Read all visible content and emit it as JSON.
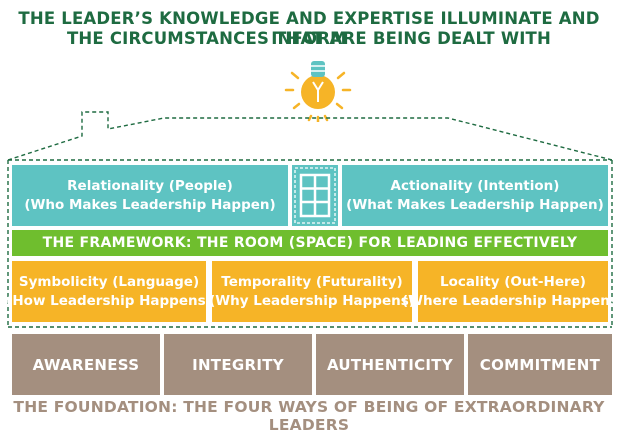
{
  "heading": {
    "line1": "THE LEADER’S KNOWLEDGE AND EXPERTISE ILLUMINATE AND INFORM",
    "line2": "THE CIRCUMSTANCES THAT ARE BEING DEALT WITH"
  },
  "icons": {
    "bulb": "lightbulb-icon",
    "window": "window-icon"
  },
  "top_rooms": [
    {
      "title": "Relationality (People)",
      "subtitle": "(Who Makes Leadership Happen)"
    },
    {
      "title": "Actionality (Intention)",
      "subtitle": "(What Makes Leadership Happen)"
    }
  ],
  "framework_label": "THE FRAMEWORK: THE ROOM (SPACE) FOR LEADING EFFECTIVELY",
  "mid_rooms": [
    {
      "title": "Symbolicity (Language)",
      "subtitle": "(How Leadership Happens)"
    },
    {
      "title": "Temporality (Futurality)",
      "subtitle": "(Why Leadership Happens)"
    },
    {
      "title": "Locality (Out-Here)",
      "subtitle": "(Where Leadership Happens)"
    }
  ],
  "pillars": [
    "AWARENESS",
    "INTEGRITY",
    "AUTHENTICITY",
    "COMMITMENT"
  ],
  "foundation_label": "THE FOUNDATION: THE FOUR WAYS OF BEING OF EXTRAORDINARY LEADERS",
  "colors": {
    "title_green": "#1e6b41",
    "teal": "#5ec3c2",
    "green_band": "#6fbe2e",
    "yellow": "#f6b427",
    "brown": "#a48f7f",
    "outline": "#1e6b41"
  }
}
